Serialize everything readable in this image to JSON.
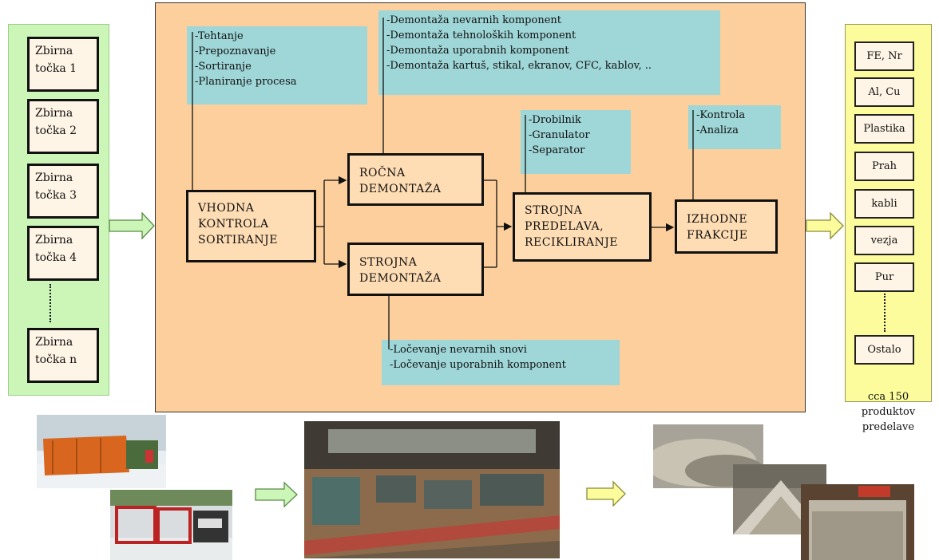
{
  "collection_points": [
    {
      "line1": "Zbirna",
      "line2": "točka 1"
    },
    {
      "line1": "Zbirna",
      "line2": "točka 2"
    },
    {
      "line1": "Zbirna",
      "line2": "točka 3"
    },
    {
      "line1": "Zbirna",
      "line2": "točka 4"
    },
    {
      "line1": "Zbirna",
      "line2": "točka n"
    }
  ],
  "process": {
    "input_control": {
      "line1": "VHODNA",
      "line2": "KONTROLA",
      "line3": "SORTIRANJE"
    },
    "manual_dismantling": {
      "line1": "ROČNA",
      "line2": "DEMONTAŽA"
    },
    "machine_dismantling": {
      "line1": "STROJNA",
      "line2": "DEMONTAŽA"
    },
    "machine_processing": {
      "line1": "STROJNA",
      "line2": "PREDELAVA,",
      "line3": "RECIKLIRANJE"
    },
    "output_fractions": {
      "line1": "IZHODNE",
      "line2": "FRAKCIJE"
    }
  },
  "notes": {
    "input": [
      "-Tehtanje",
      "-Prepoznavanje",
      "-Sortiranje",
      "-Planiranje procesa"
    ],
    "manual": [
      "-Demontaža nevarnih komponent",
      "-Demontaža tehnoloških komponent",
      "-Demontaža uporabnih komponent",
      "-Demontaža kartuš, stikal, ekranov, CFC, kablov, .."
    ],
    "processing": [
      "-Drobilnik",
      "-Granulator",
      "-Separator"
    ],
    "output": [
      "-Kontrola",
      "-Analiza"
    ],
    "machine": [
      "-Ločevanje nevarnih snovi",
      "-Ločevanje uporabnih komponent"
    ]
  },
  "fractions": [
    "FE, Nr",
    "Al, Cu",
    "Plastika",
    "Prah",
    "kabli",
    "vezja",
    "Pur",
    "Ostalo"
  ],
  "products_caption": {
    "line1": "cca 150",
    "line2": "produktov",
    "line3": "predelave"
  },
  "colors": {
    "collection_panel": "#ccf5b8",
    "process_panel": "#fccf9c",
    "fraction_panel": "#fcfc9c",
    "note_fill": "#9fd6d8"
  }
}
